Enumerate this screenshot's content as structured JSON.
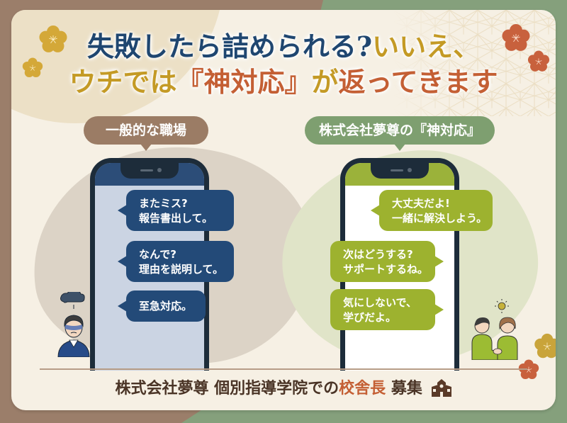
{
  "title": {
    "line1_part1": "失敗したら詰められる?",
    "line1_part2": "いいえ、",
    "line2_part1": "ウチでは",
    "line2_part2": "『神対応』",
    "line2_part3": "が",
    "line2_part4": "返ってきます"
  },
  "left_panel": {
    "label": "一般的な職場",
    "messages": [
      {
        "lines": [
          "またミス?",
          "報告書出して。"
        ]
      },
      {
        "lines": [
          "なんで?",
          "理由を説明して。"
        ]
      },
      {
        "lines": [
          "至急対応。"
        ]
      }
    ],
    "illustration": "stressed-worker-icon"
  },
  "right_panel": {
    "label": "株式会社夢尊の『神対応』",
    "messages": [
      {
        "lines": [
          "大丈夫だよ!",
          "一緒に解決しよう。"
        ]
      },
      {
        "lines": [
          "次はどうする?",
          "サポートするね。"
        ]
      },
      {
        "lines": [
          "気にしないで、",
          "学びだよ。"
        ]
      }
    ],
    "illustration": "handshake-people-icon"
  },
  "footer": {
    "part1": "株式会社夢尊 個別指導学院での",
    "accent": "校舎長",
    "part2": " 募集",
    "icon": "school-building-icon"
  },
  "colors": {
    "navy": "#1f4670",
    "gold": "#c49a25",
    "rust": "#c45f34",
    "brown_bg": "#9b7e6a",
    "green_bg": "#85a07c",
    "bubble_navy": "#234a78",
    "bubble_green": "#9db22f"
  }
}
